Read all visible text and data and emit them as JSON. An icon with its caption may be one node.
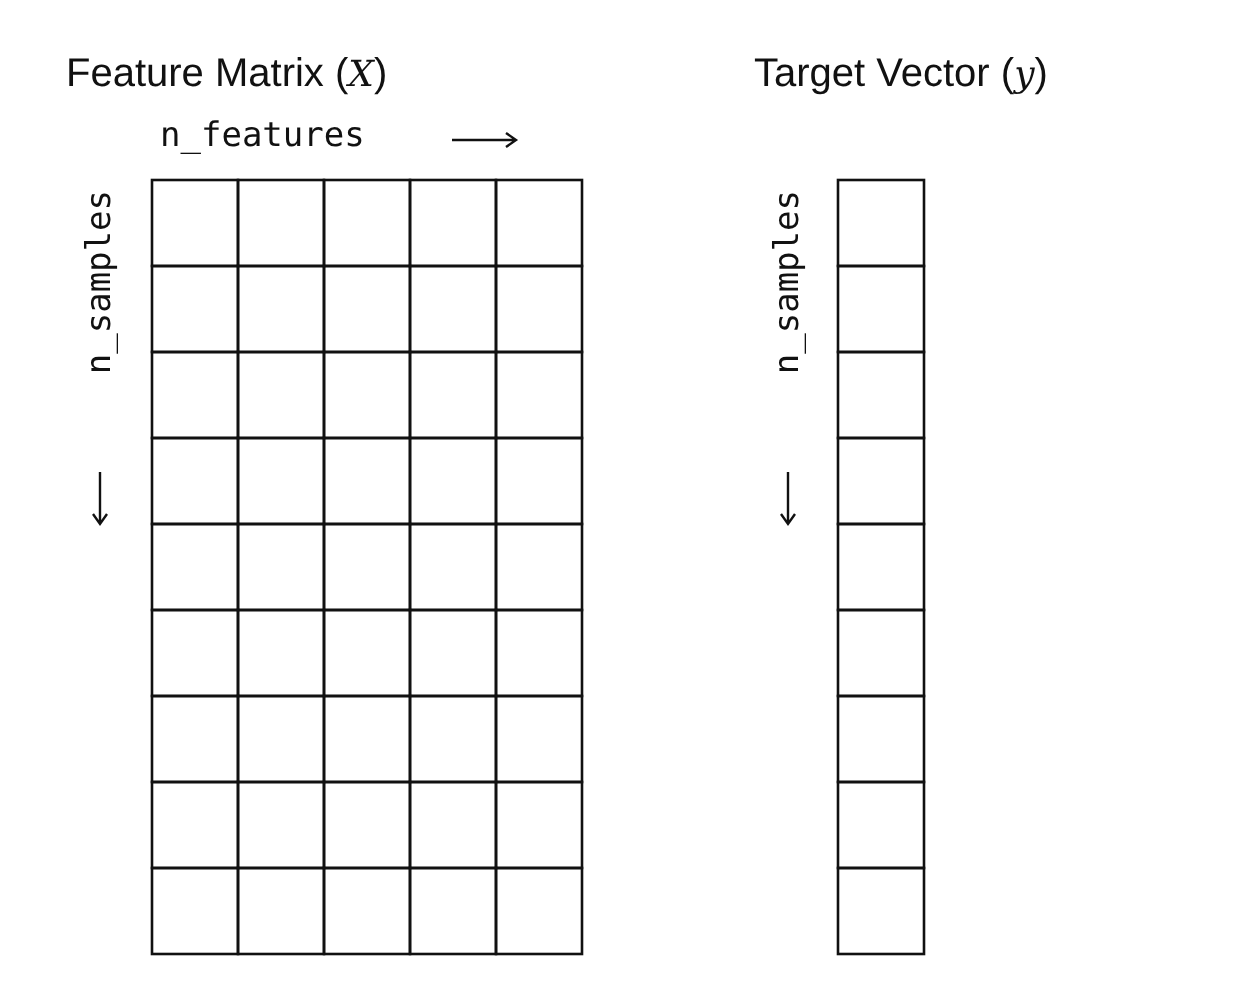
{
  "diagram": {
    "nodes": [
      {
        "text": [
          "Feature Matrix (*X*)"
        ]
      },
      {
        "text": [
          "Target Vector (*y*)"
        ]
      }
    ],
    "labels": [
      "n_features",
      "n_samples",
      "n_samples"
    ]
  }
}
